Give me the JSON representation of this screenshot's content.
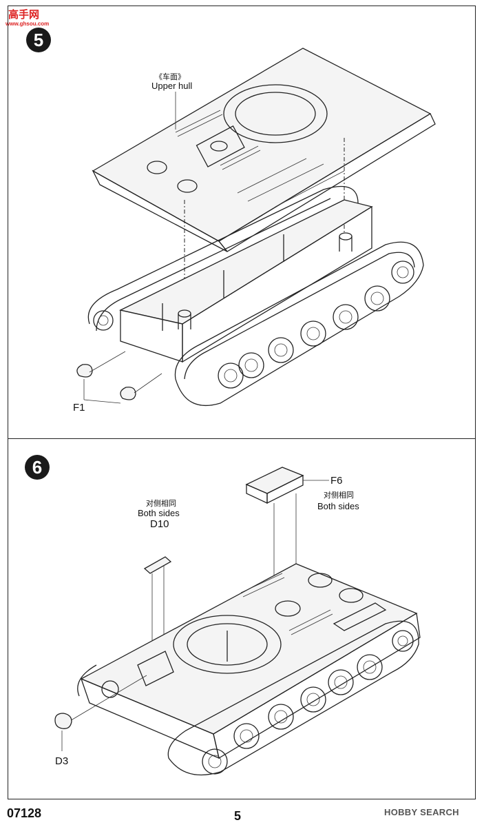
{
  "watermark": {
    "logo_text": "高手网",
    "url": "www.ghsou.com"
  },
  "step5": {
    "number": "5",
    "upper_hull_cn": "《车面》",
    "upper_hull_en": "Upper hull",
    "part_f1": "F1"
  },
  "step6": {
    "number": "6",
    "d10_cn": "对侧相同",
    "d10_en": "Both sides",
    "part_d10": "D10",
    "part_f6": "F6",
    "f6_cn": "对侧相同",
    "f6_en": "Both sides",
    "part_d3": "D3"
  },
  "footer": {
    "product_code": "07128",
    "page_number": "5",
    "brand": "HOBBY SEARCH"
  }
}
